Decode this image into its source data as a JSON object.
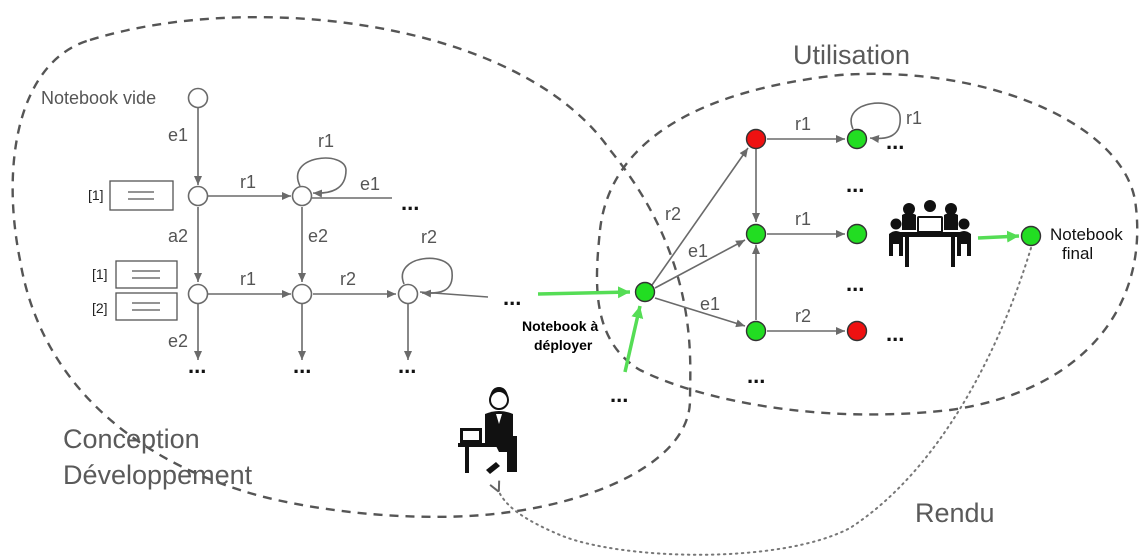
{
  "regions": {
    "conception": "Conception",
    "developpement": "Développement",
    "utilisation": "Utilisation",
    "rendu": "Rendu"
  },
  "labels": {
    "notebook_vide": "Notebook vide",
    "notebook_deployer_1": "Notebook à",
    "notebook_deployer_2": "déployer",
    "notebook_final_1": "Notebook",
    "notebook_final_2": "final",
    "cell_1": "[1]",
    "cell_1b": "[1]",
    "cell_2": "[2]"
  },
  "edges": {
    "e1": "e1",
    "e2": "e2",
    "a2": "a2",
    "r1": "r1",
    "r2": "r2"
  },
  "ellipsis": "...",
  "colors": {
    "success_node": "#22dd22",
    "failure_node": "#ee1111",
    "deploy_arrow": "#55dd55"
  },
  "icons": [
    "developer-icon",
    "team-meeting-icon"
  ]
}
